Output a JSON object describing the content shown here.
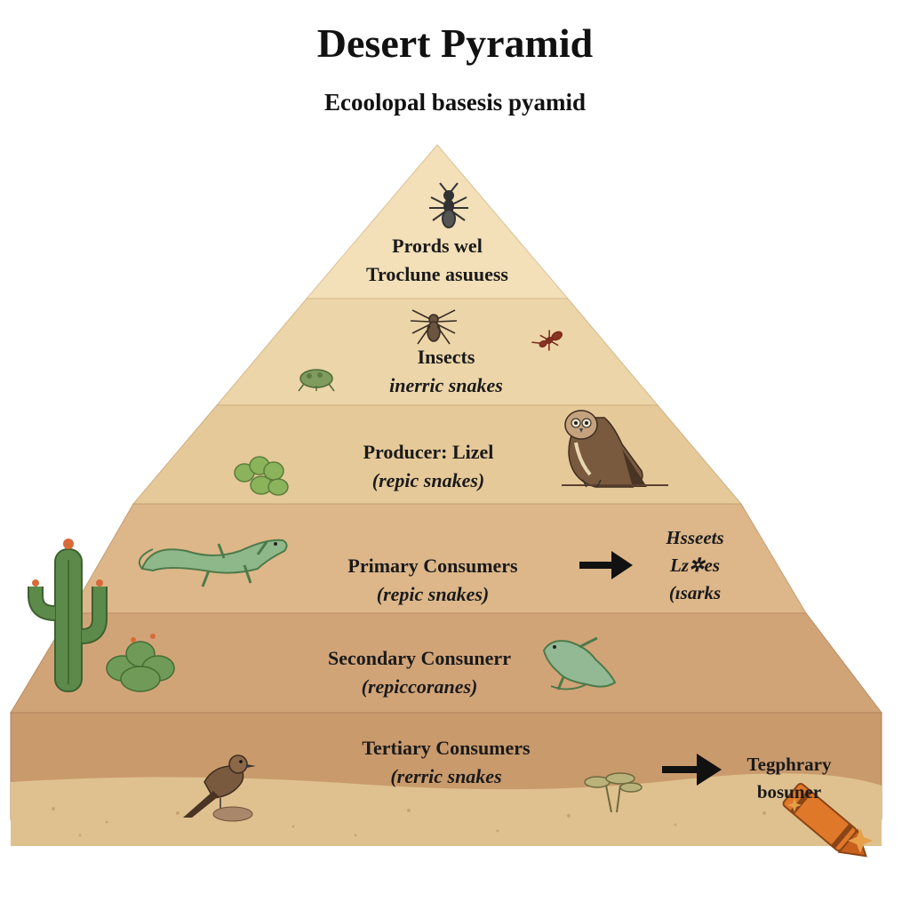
{
  "header": {
    "title": "Desert Pyramid",
    "subtitle": "Ecoolopal basesis pyamid"
  },
  "levels": [
    {
      "line1": "Prords wel",
      "line2": "Troclune asuuess"
    },
    {
      "line1": "Insects",
      "line2": "inerric snakes"
    },
    {
      "line1": "Producer: Lizel",
      "line2": "(repic snakes)"
    },
    {
      "line1": "Primary Consumers",
      "line2": "(repic snakes)"
    },
    {
      "line1": "Secondary Consunerr",
      "line2": "(repiccoranes)"
    },
    {
      "line1": "Tertiary Consumers",
      "line2": "(rerric snakes"
    }
  ],
  "side_labels": {
    "primary": {
      "line1": "Hsseets",
      "line2": "Lz✲es",
      "line3": "(ısarks"
    },
    "tertiary": {
      "line1": "Tegphrary",
      "line2": "bosuner"
    }
  },
  "colors": {
    "tier1": "#f3dfb8",
    "tier2": "#ecd5a8",
    "tier3": "#e6c999",
    "tier4": "#ddb789",
    "tier5": "#d1a478",
    "tier6": "#c99a6c",
    "cactus": "#5c8a4a",
    "lizard": "#8fb88a",
    "crayon": "#e0782a"
  },
  "icons": [
    "ant-icon",
    "spider-icon",
    "beetle-icon",
    "caterpillar-icon",
    "owl-icon",
    "lizard-icon",
    "cactus-icon",
    "bird-icon",
    "mushroom-icon",
    "arrow-right-icon",
    "crayon-icon"
  ]
}
